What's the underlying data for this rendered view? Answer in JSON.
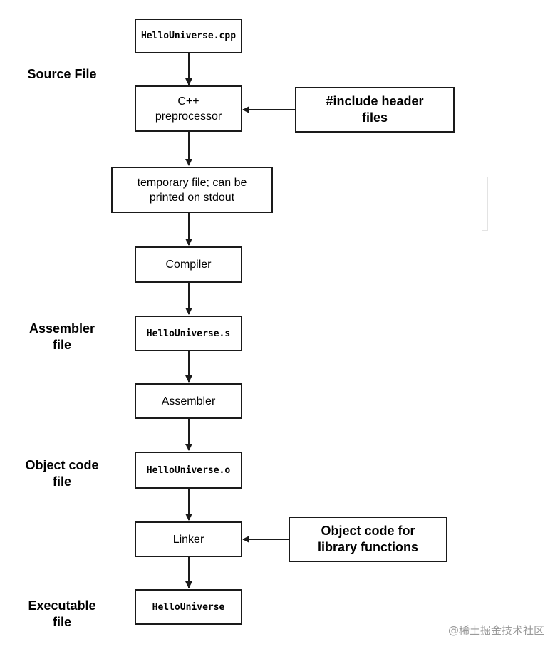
{
  "boxes": {
    "source": "HelloUniverse.cpp",
    "preprocessor": "C++\npreprocessor",
    "include": "#include header\nfiles",
    "temporary": "temporary file; can be\nprinted on stdout",
    "compiler": "Compiler",
    "assembler_file": "HelloUniverse.s",
    "assembler": "Assembler",
    "object_file": "HelloUniverse.o",
    "linker": "Linker",
    "library": "Object code for\nlibrary functions",
    "executable": "HelloUniverse"
  },
  "labels": {
    "source_file": "Source File",
    "assembler_file": "Assembler\nfile",
    "object_code_file": "Object code\nfile",
    "executable_file": "Executable\nfile"
  },
  "watermark": "@稀土掘金技术社区"
}
